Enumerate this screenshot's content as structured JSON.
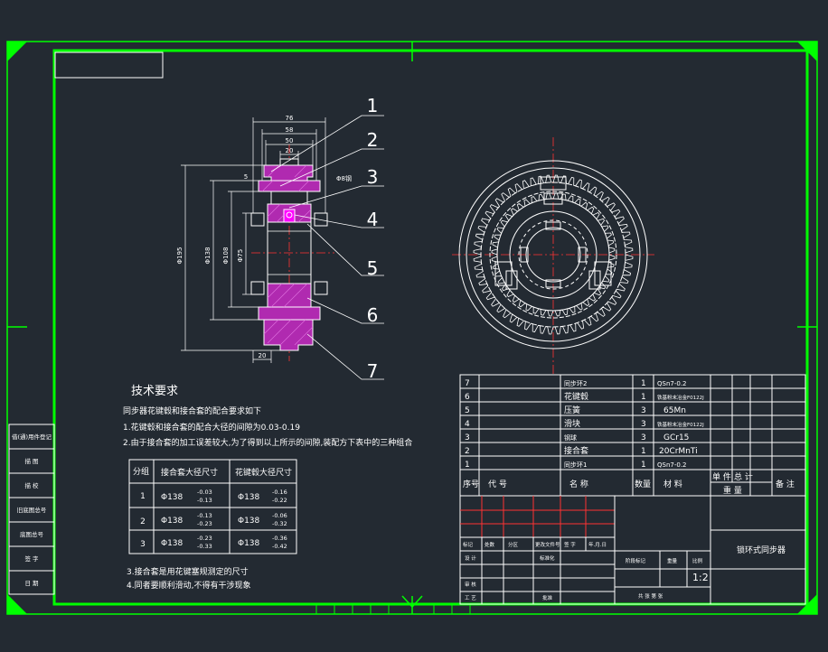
{
  "balloons": [
    "1",
    "2",
    "3",
    "4",
    "5",
    "6",
    "7"
  ],
  "dims": {
    "w76": "76",
    "w58": "58",
    "w50": "50",
    "w20": "20",
    "w5": "5",
    "w20b": "20",
    "d195": "Φ195",
    "d138": "Φ138",
    "d108": "Φ108",
    "d75": "Φ75",
    "d8": "Φ8钢"
  },
  "tech": {
    "title": "技术要求",
    "line0": "同步器花键毂和接合套的配合要求如下",
    "line1": "1.花键毂和接合套的配合大径的间隙为0.03-0.19",
    "line2": "2.由于接合套的加工误差较大,为了得到以上所示的间隙,装配方下表中的三种组合",
    "line3": "3.接合套是用花键塞规测定的尺寸",
    "line4": "4.同者要顺利滑动,不得有干涉现象"
  },
  "fit_table": {
    "headers": [
      "分组",
      "接合套大径尺寸",
      "花键毂大径尺寸"
    ],
    "rows": [
      {
        "group": "1",
        "a_base": "Φ138",
        "a_up": "-0.03",
        "a_low": "-0.13",
        "b_base": "Φ138",
        "b_up": "-0.16",
        "b_low": "-0.22"
      },
      {
        "group": "2",
        "a_base": "Φ138",
        "a_up": "-0.13",
        "a_low": "-0.23",
        "b_base": "Φ138",
        "b_up": "-0.06",
        "b_low": "-0.32"
      },
      {
        "group": "3",
        "a_base": "Φ138",
        "a_up": "-0.23",
        "a_low": "-0.33",
        "b_base": "Φ138",
        "b_up": "-0.36",
        "b_low": "-0.42"
      }
    ]
  },
  "side_labels": [
    "借(通)用件登记",
    "描 图",
    "描 校",
    "旧底图总号",
    "底图总号",
    "签 字",
    "日 期"
  ],
  "bom": {
    "rows": [
      {
        "no": "7",
        "name": "同步环2",
        "qty": "1",
        "mat": "QSn7-0.2"
      },
      {
        "no": "6",
        "name": "花键毂",
        "qty": "1",
        "mat": "铁基粉末冶金F0122J"
      },
      {
        "no": "5",
        "name": "压簧",
        "qty": "3",
        "mat": "65Mn"
      },
      {
        "no": "4",
        "name": "滑块",
        "qty": "3",
        "mat": "铁基粉末冶金F0122J"
      },
      {
        "no": "3",
        "name": "钢球",
        "qty": "3",
        "mat": "GCr15"
      },
      {
        "no": "2",
        "name": "接合套",
        "qty": "1",
        "mat": "20CrMnTi"
      },
      {
        "no": "1",
        "name": "同步环1",
        "qty": "1",
        "mat": "QSn7-0.2"
      }
    ],
    "header": {
      "no": "序号",
      "code": "代 号",
      "name": "名 称",
      "qty": "数量",
      "mat": "材 料",
      "unit": "单 件",
      "total": "总 计",
      "weight": "重 量",
      "note": "备 注"
    }
  },
  "title_block": {
    "drawing_title": "锁环式同步器",
    "scale": "1:2",
    "row_marks": [
      "标记",
      "处数",
      "分区",
      "更改文件号",
      "签 字",
      "年.月.日"
    ],
    "design": "设 计",
    "standard": "标准化",
    "review": "审 核",
    "process": "工 艺",
    "approve": "批准",
    "stage": "阶段标记",
    "weight": "重量",
    "ratio": "比例",
    "sheets": "共 张 第 张"
  }
}
